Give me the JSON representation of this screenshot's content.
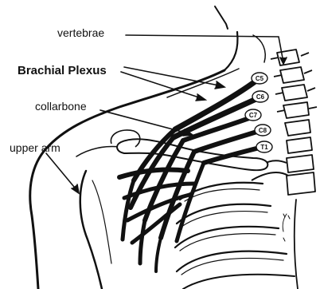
{
  "labels": {
    "vertebrae": "vertebrae",
    "brachial_plexus": "Brachial Plexus",
    "collarbone": "collarbone",
    "upper_arm": "upper arm"
  },
  "nerve_roots": [
    "C5",
    "C6",
    "C7",
    "C8",
    "T1"
  ],
  "colors": {
    "ink": "#111111",
    "background": "#ffffff"
  }
}
